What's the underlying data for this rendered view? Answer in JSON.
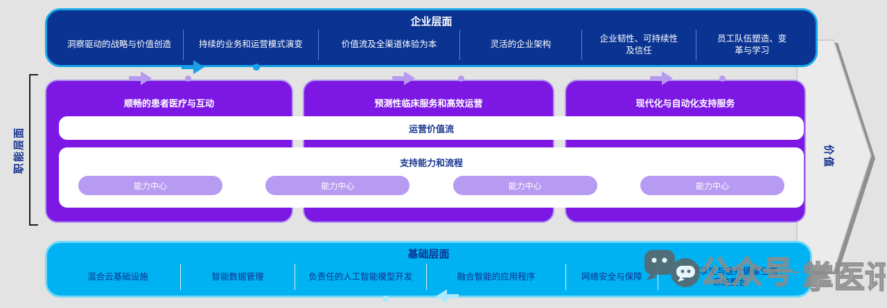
{
  "enterprise": {
    "title": "企业层面",
    "items": [
      "洞察驱动的战略与价值创造",
      "持续的业务和运营模式演变",
      "价值流及全渠道体验为本",
      "灵活的企业架构",
      "企业韧性、可持续性\n及信任",
      "员工队伍塑造、变\n革与学习"
    ]
  },
  "functional": {
    "label": "职能层面",
    "boxes": [
      {
        "title": "顺畅的患者医疗与互动"
      },
      {
        "title": "预测性临床服务和高效运营"
      },
      {
        "title": "现代化与自动化支持服务"
      }
    ],
    "value_stream": "运营价值流",
    "support": {
      "title": "支持能力和流程",
      "centers": [
        "能力中心",
        "能力中心",
        "能力中心",
        "能力中心"
      ]
    }
  },
  "foundation": {
    "title": "基础层面",
    "items": [
      "混合云基础设施",
      "智能数据管理",
      "负责任的人工智能模型开发",
      "融合智能的应用程序",
      "网络安全与保障",
      "数字孪生与医疗健康生态\n系统整合"
    ]
  },
  "value_label": "价值",
  "watermark": {
    "text": "公众号",
    "separator": "-",
    "text2": "掌医讯"
  },
  "colors": {
    "enterprise_bar": "#0a3392",
    "enterprise_border": "#18a6ea",
    "functional_box": "#7c17e4",
    "light_purple": "#b69af0",
    "foundation_bar": "#00b2f2",
    "foundation_border": "#74d8f8",
    "navy_text": "#12318e",
    "background": "#e3e3e3",
    "value_arrow": "#ebebeb"
  }
}
